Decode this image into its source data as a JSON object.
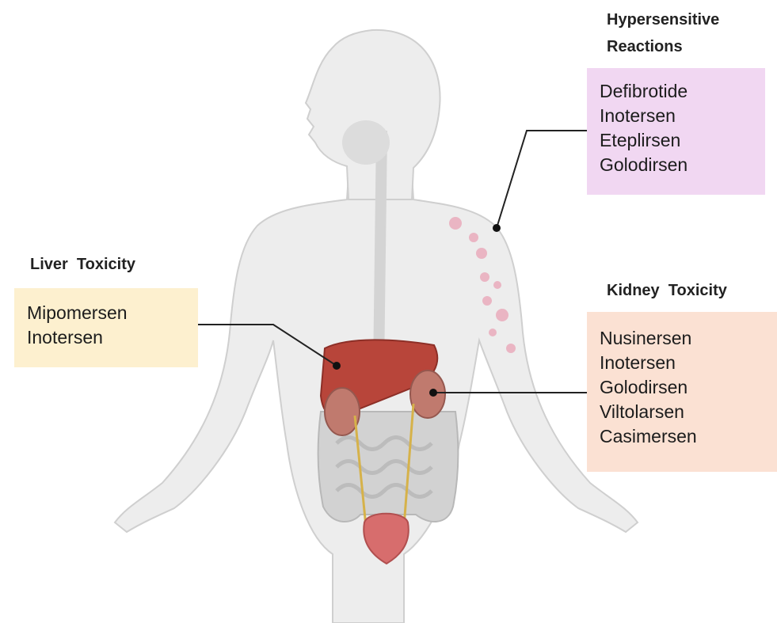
{
  "colors": {
    "body_fill": "#ededed",
    "body_outline": "#cfcfcf",
    "liver": "#b8453a",
    "kidney": "#c07a6e",
    "intestine": "#cfcfcf",
    "bladder": "#d76d6d",
    "rash": "#e9a3b5",
    "hyper_box": "#f1d7f2",
    "liver_box": "#fdf0cf",
    "kidney_box": "#fbe1d3"
  },
  "hypersensitive": {
    "heading": "Hypersensitive Reactions",
    "drugs": [
      "Defibrotide",
      "Inotersen",
      "Eteplirsen",
      "Golodirsen"
    ]
  },
  "liver": {
    "heading": "Liver  Toxicity",
    "drugs": [
      "Mipomersen",
      "Inotersen"
    ]
  },
  "kidney": {
    "heading": "Kidney  Toxicity",
    "drugs": [
      "Nusinersen",
      "Inotersen",
      "Golodirsen",
      "Viltolarsen",
      "Casimersen"
    ]
  }
}
